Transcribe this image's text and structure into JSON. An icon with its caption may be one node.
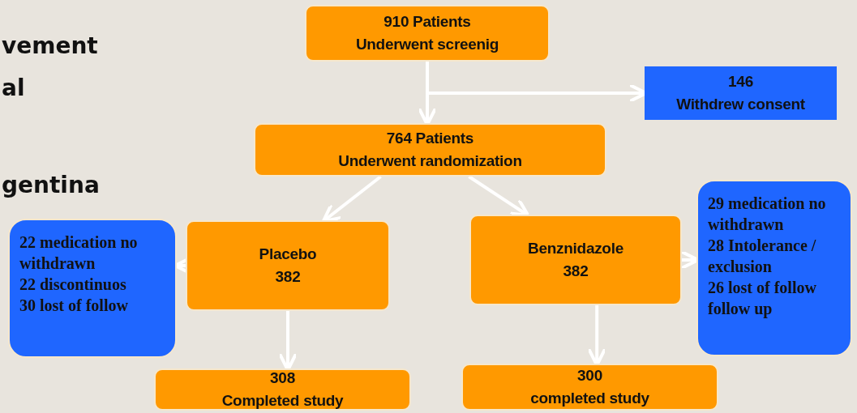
{
  "diagram": {
    "nodes": [
      {
        "text": [
          "910 Patients",
          "Underwent screenig"
        ]
      },
      {
        "text": [
          "146",
          "Withdrew consent"
        ]
      },
      {
        "text": [
          "764 Patients",
          "Underwent randomization"
        ]
      },
      {
        "text": [
          "22 medication no withdrawn",
          "22 discontinuos",
          "30 lost of follow"
        ]
      },
      {
        "text": [
          "Placebo",
          "382"
        ]
      },
      {
        "text": [
          "Benznidazole",
          "382"
        ]
      },
      {
        "text": [
          "29 medication no withdrawn",
          "28 Intolerance / exclusion",
          "26 lost of follow follow up"
        ]
      },
      {
        "text": [
          "308",
          "Completed study"
        ]
      },
      {
        "text": [
          "300",
          "completed study"
        ]
      }
    ],
    "edges": [
      {
        "from": 0,
        "to": 2,
        "arrow": "to"
      },
      {
        "from": 0,
        "to": 1,
        "arrow": "to"
      },
      {
        "from": 2,
        "to": 4,
        "arrow": "to"
      },
      {
        "from": 2,
        "to": 5,
        "arrow": "to"
      },
      {
        "from": 4,
        "to": 3,
        "arrow": "to"
      },
      {
        "from": 5,
        "to": 6,
        "arrow": "to"
      },
      {
        "from": 4,
        "to": 7,
        "arrow": "to"
      },
      {
        "from": 5,
        "to": 8,
        "arrow": "to"
      }
    ],
    "labels": [
      "vement",
      "al",
      "gentina"
    ]
  }
}
